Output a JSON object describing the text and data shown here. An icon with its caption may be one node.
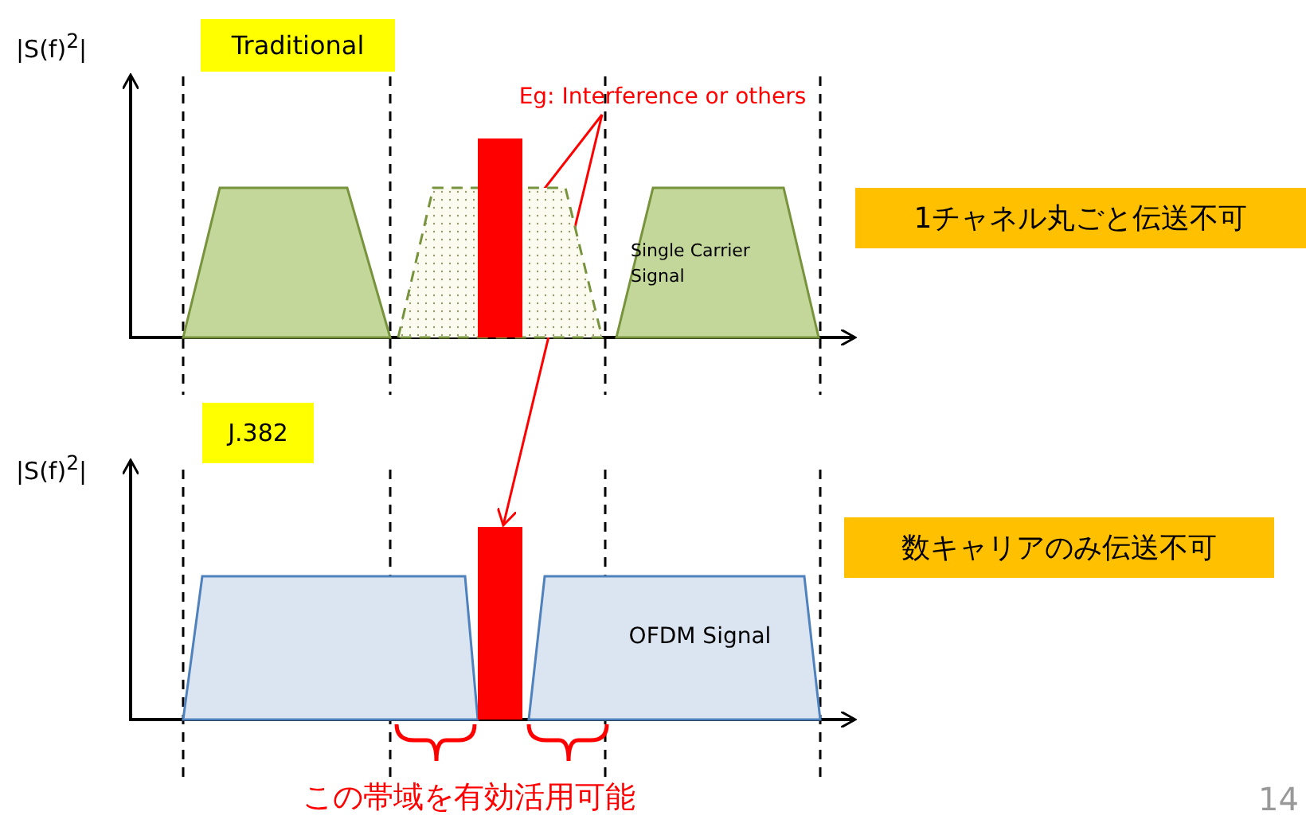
{
  "diagram": {
    "nodes": [
      {
        "text": [
          "Traditional"
        ]
      },
      {
        "text": [
          "Eg: Interference or others"
        ]
      },
      {
        "text": [],
        "shape": "trapezoid"
      },
      {
        "text": [],
        "shape": "trapezoid"
      },
      {
        "text": [],
        "shape": "bar"
      },
      {
        "text": [
          "Single Carrier Signal"
        ]
      },
      {
        "text": [
          "1チャネル丸ごと伝送不可"
        ]
      },
      {
        "text": [
          "J.382"
        ]
      },
      {
        "text": [],
        "shape": "trapezoid"
      },
      {
        "text": [],
        "shape": "bar"
      },
      {
        "text": [
          "OFDM Signal"
        ]
      },
      {
        "text": [
          "数キャリアのみ伝送不可"
        ]
      }
    ],
    "edges": [
      {
        "from": 1,
        "to": 4,
        "arrow": "to"
      },
      {
        "from": 1,
        "to": 9,
        "arrow": "to"
      }
    ],
    "labels": [
      "|S(f)$^{2}$|",
      "|S(f)$^{2}$|",
      "この帯域を有効活用可能",
      "14"
    ]
  }
}
